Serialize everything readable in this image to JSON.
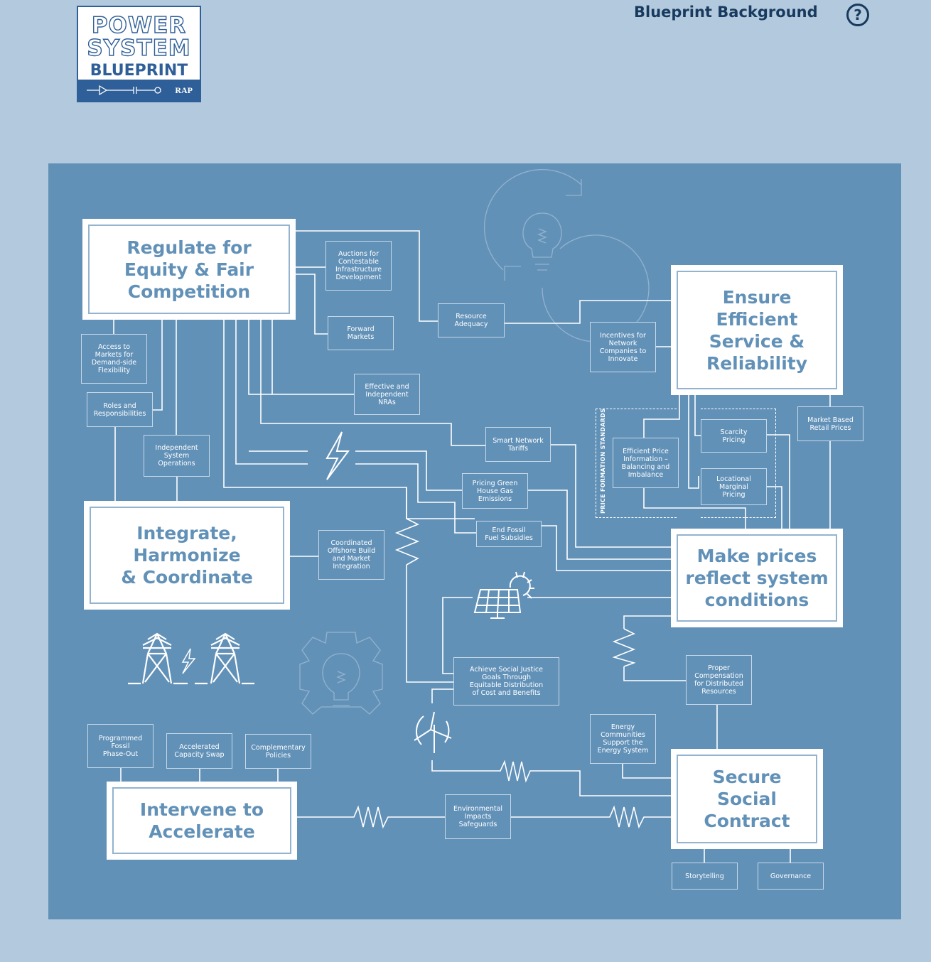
{
  "header": {
    "logo": {
      "line1": "POWER",
      "line2": "SYSTEM",
      "line3": "BLUEPRINT",
      "partner": "RAP"
    },
    "title": "Blueprint Background",
    "help_icon": "question-circle-icon"
  },
  "colors": {
    "page_bg": "#b3c9dd",
    "board_bg": "#6291b8",
    "main_text": "#6291b8",
    "header_text": "#173a5e",
    "logo_blue": "#2f5f98"
  },
  "diagram": {
    "main_nodes": {
      "regulate": "Regulate for\nEquity & Fair\nCompetition",
      "ensure": "Ensure\nEfficient\nService &\nReliability",
      "integrate": "Integrate,\nHarmonize\n& Coordinate",
      "prices": "Make prices\nreflect system\nconditions",
      "intervene": "Intervene to\nAccelerate",
      "social": "Secure\nSocial\nContract"
    },
    "sub_nodes": {
      "auctions": "Auctions for\nContestable\nInfrastructure\nDevelopment",
      "forward": "Forward\nMarkets",
      "nras": "Effective and\nIndependent\nNRAs",
      "access": "Access to\nMarkets for\nDemand-side\nFlexibility",
      "roles": "Roles and\nResponsibilities",
      "iso": "Independent\nSystem\nOperations",
      "resource": "Resource\nAdequacy",
      "incentives": "Incentives for\nNetwork\nCompanies to\nInnovate",
      "smart": "Smart Network\nTariffs",
      "ghg": "Pricing Green\nHouse Gas\nEmissions",
      "fossil_subsidies": "End Fossil\nFuel Subsidies",
      "offshore": "Coordinated\nOffshore Build\nand Market\nIntegration",
      "efficient_price": "Efficient Price\nInformation –\nBalancing and\nImbalance",
      "scarcity": "Scarcity\nPricing",
      "lmp": "Locational\nMarginal\nPricing",
      "retail": "Market Based\nRetail Prices",
      "justice": "Achieve Social Justice\nGoals Through\nEquitable Distribution\nof Cost and Benefits",
      "compensation": "Proper\nCompensation\nfor Distributed\nResources",
      "communities": "Energy\nCommunities\nSupport the\nEnergy System",
      "phaseout": "Programmed\nFossil\nPhase-Out",
      "swap": "Accelerated\nCapacity Swap",
      "complementary": "Complementary\nPolicies",
      "environmental": "Environmental\nImpacts\nSafeguards",
      "storytelling": "Storytelling",
      "governance": "Governance"
    },
    "group_label": "PRICE FORMATION STANDARDS",
    "icons": [
      "lightbulb-cycle-icon",
      "lightning-icon",
      "resistor-icon",
      "solar-panel-icon",
      "transmission-towers-icon",
      "gear-lightbulb-icon",
      "wind-turbine-icon"
    ]
  }
}
